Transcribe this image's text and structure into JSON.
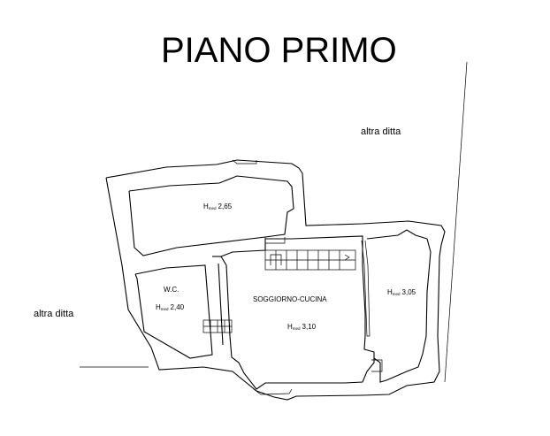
{
  "title": "PIANO PRIMO",
  "neighbors": {
    "top_right": "altra ditta",
    "left": "altra ditta"
  },
  "rooms": [
    {
      "id": "north",
      "name": "",
      "height_prefix": "H",
      "height_sub": "med",
      "height_value": "2,65"
    },
    {
      "id": "wc",
      "name": "W.C.",
      "height_prefix": "H",
      "height_sub": "med",
      "height_value": "2,40"
    },
    {
      "id": "living",
      "name": "SOGGIORNO-CUCINA",
      "height_prefix": "H",
      "height_sub": "med",
      "height_value": "3,10"
    },
    {
      "id": "east",
      "name": "",
      "height_prefix": "H",
      "height_sub": "med",
      "height_value": "3,05"
    }
  ]
}
